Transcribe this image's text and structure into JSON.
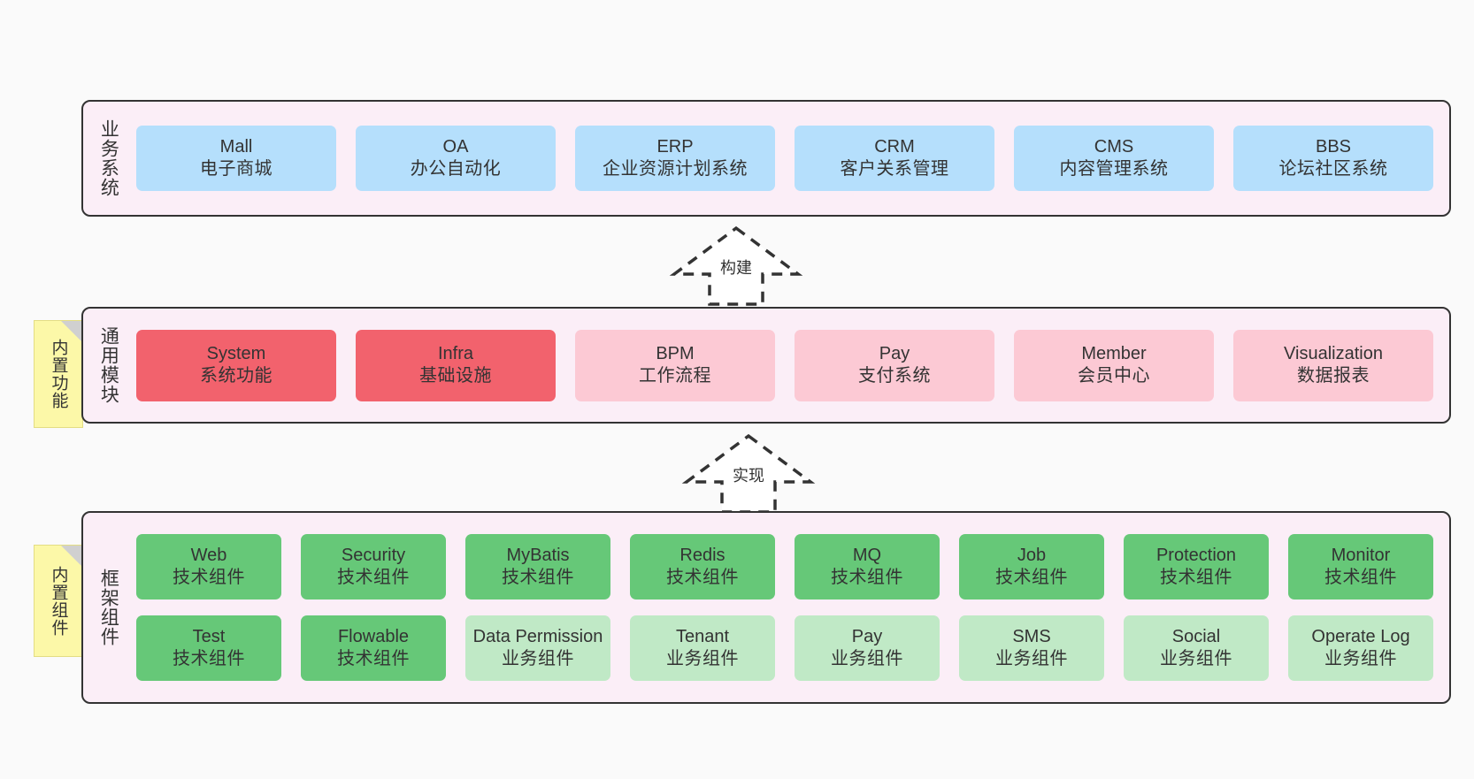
{
  "diagram": {
    "background": "#fafafa",
    "layers": [
      {
        "id": "business",
        "title": "业务系统",
        "rows": [
          {
            "cards": [
              {
                "en": "Mall",
                "cn": "电子商城",
                "color": "#b5dffc",
                "style": "c-blue"
              },
              {
                "en": "OA",
                "cn": "办公自动化",
                "color": "#b5dffc",
                "style": "c-blue"
              },
              {
                "en": "ERP",
                "cn": "企业资源计划系统",
                "color": "#b5dffc",
                "style": "c-blue"
              },
              {
                "en": "CRM",
                "cn": "客户关系管理",
                "color": "#b5dffc",
                "style": "c-blue"
              },
              {
                "en": "CMS",
                "cn": "内容管理系统",
                "color": "#b5dffc",
                "style": "c-blue"
              },
              {
                "en": "BBS",
                "cn": "论坛社区系统",
                "color": "#b5dffc",
                "style": "c-blue"
              }
            ]
          }
        ]
      },
      {
        "id": "common",
        "title": "通用模块",
        "sticky": "内置功能",
        "rows": [
          {
            "cards": [
              {
                "en": "System",
                "cn": "系统功能",
                "color": "#f2626d",
                "style": "c-red"
              },
              {
                "en": "Infra",
                "cn": "基础设施",
                "color": "#f2626d",
                "style": "c-red"
              },
              {
                "en": "BPM",
                "cn": "工作流程",
                "color": "#fcc9d4",
                "style": "c-pink"
              },
              {
                "en": "Pay",
                "cn": "支付系统",
                "color": "#fcc9d4",
                "style": "c-pink"
              },
              {
                "en": "Member",
                "cn": "会员中心",
                "color": "#fcc9d4",
                "style": "c-pink"
              },
              {
                "en": "Visualization",
                "cn": "数据报表",
                "color": "#fcc9d4",
                "style": "c-pink"
              }
            ]
          }
        ]
      },
      {
        "id": "framework",
        "title": "框架组件",
        "sticky": "内置组件",
        "rows": [
          {
            "cards": [
              {
                "en": "Web",
                "cn": "技术组件",
                "color": "#66c878",
                "style": "c-green"
              },
              {
                "en": "Security",
                "cn": "技术组件",
                "color": "#66c878",
                "style": "c-green"
              },
              {
                "en": "MyBatis",
                "cn": "技术组件",
                "color": "#66c878",
                "style": "c-green"
              },
              {
                "en": "Redis",
                "cn": "技术组件",
                "color": "#66c878",
                "style": "c-green"
              },
              {
                "en": "MQ",
                "cn": "技术组件",
                "color": "#66c878",
                "style": "c-green"
              },
              {
                "en": "Job",
                "cn": "技术组件",
                "color": "#66c878",
                "style": "c-green"
              },
              {
                "en": "Protection",
                "cn": "技术组件",
                "color": "#66c878",
                "style": "c-green"
              },
              {
                "en": "Monitor",
                "cn": "技术组件",
                "color": "#66c878",
                "style": "c-green"
              }
            ]
          },
          {
            "cards": [
              {
                "en": "Test",
                "cn": "技术组件",
                "color": "#66c878",
                "style": "c-green"
              },
              {
                "en": "Flowable",
                "cn": "技术组件",
                "color": "#66c878",
                "style": "c-green"
              },
              {
                "en": "Data Permission",
                "cn": "业务组件",
                "color": "#c0e9c6",
                "style": "c-lightgreen"
              },
              {
                "en": "Tenant",
                "cn": "业务组件",
                "color": "#c0e9c6",
                "style": "c-lightgreen"
              },
              {
                "en": "Pay",
                "cn": "业务组件",
                "color": "#c0e9c6",
                "style": "c-lightgreen"
              },
              {
                "en": "SMS",
                "cn": "业务组件",
                "color": "#c0e9c6",
                "style": "c-lightgreen"
              },
              {
                "en": "Social",
                "cn": "业务组件",
                "color": "#c0e9c6",
                "style": "c-lightgreen"
              },
              {
                "en": "Operate Log",
                "cn": "业务组件",
                "color": "#c0e9c6",
                "style": "c-lightgreen"
              }
            ]
          }
        ]
      }
    ],
    "arrows": [
      {
        "id": "build",
        "label": "构建"
      },
      {
        "id": "impl",
        "label": "实现"
      }
    ]
  }
}
